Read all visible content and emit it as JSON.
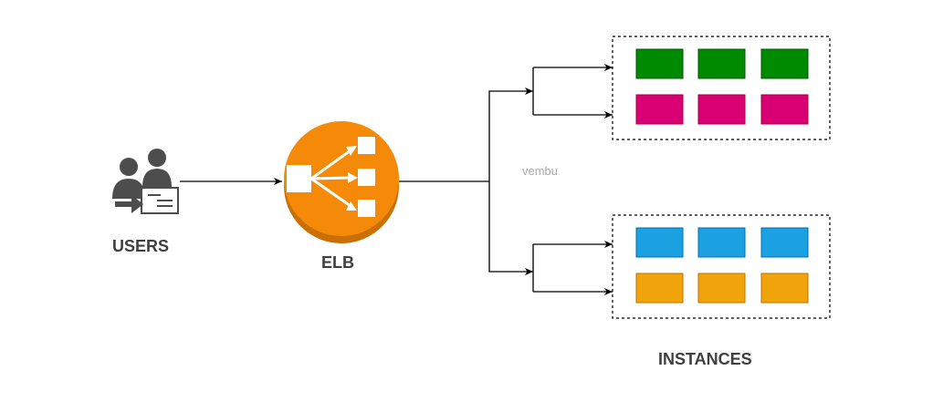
{
  "labels": {
    "users": "USERS",
    "elb": "ELB",
    "instances": "INSTANCES",
    "watermark": "vembu"
  },
  "icons": {
    "users": "users-with-certificate-icon",
    "elb": "elastic-load-balancer-icon"
  },
  "groups": [
    {
      "rows": [
        {
          "color": "#008a00",
          "count": 3
        },
        {
          "color": "#d80073",
          "count": 3
        }
      ]
    },
    {
      "rows": [
        {
          "color": "#1ba1e2",
          "count": 3
        },
        {
          "color": "#f0a30a",
          "count": 3
        }
      ]
    }
  ],
  "colors": {
    "elb_fill": "#f58a08",
    "elb_shadow": "#c96f06",
    "icon_gray": "#4d4d4d",
    "line": "#000000"
  }
}
